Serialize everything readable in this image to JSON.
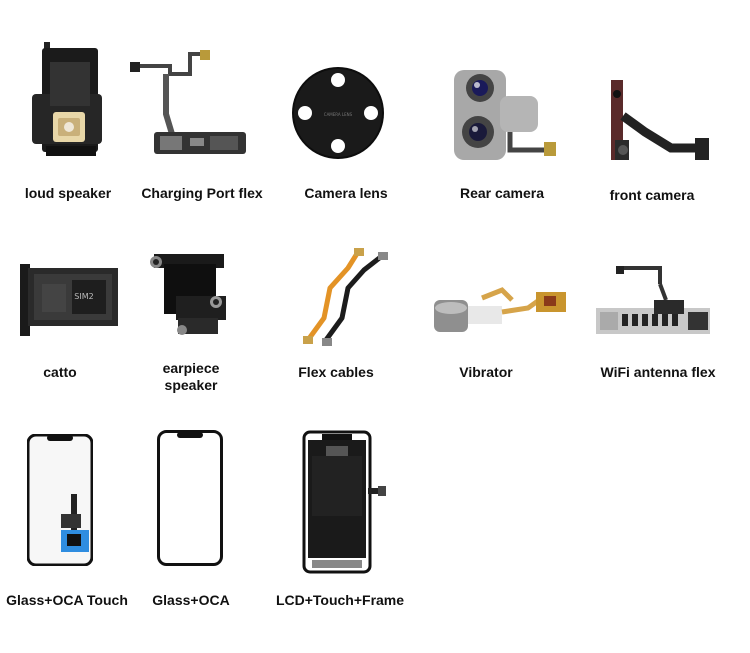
{
  "items": [
    {
      "label": "loud speaker"
    },
    {
      "label": "Charging Port flex"
    },
    {
      "label": "Camera lens"
    },
    {
      "label": "Rear camera"
    },
    {
      "label": "front camera"
    },
    {
      "label": "catto"
    },
    {
      "label": "earpiece speaker"
    },
    {
      "label": "Flex cables"
    },
    {
      "label": "Vibrator"
    },
    {
      "label": "WiFi antenna flex"
    },
    {
      "label": "Glass+OCA Touch"
    },
    {
      "label": "Glass+OCA"
    },
    {
      "label": "LCD+Touch+Frame"
    }
  ],
  "camera_lens": {
    "engraving": "CAMERA LENS"
  },
  "sim_tray": {
    "text": "SIM2"
  }
}
